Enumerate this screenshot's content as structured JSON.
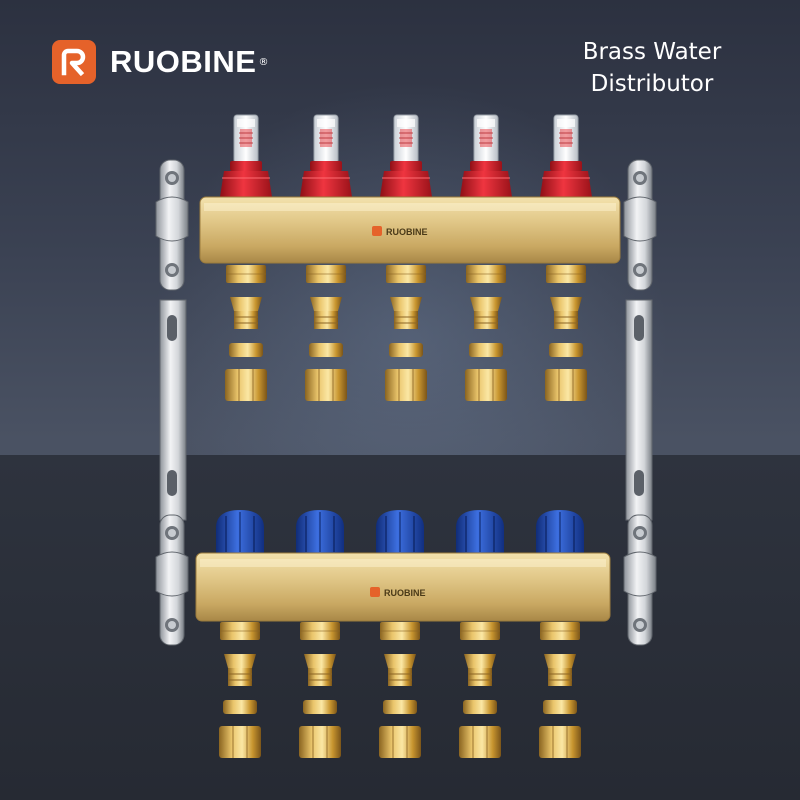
{
  "brand": {
    "name": "RUOBINE",
    "registered": "®",
    "accent_color": "#e5622a"
  },
  "headline": {
    "line1": "Brass Water",
    "line2": "Distributor"
  },
  "product": {
    "bar_logo_text": "RUOBINE",
    "top_cap_color": "#d9202a",
    "bottom_cap_color": "#1f4fb8",
    "brass_color": "#d8bd7a"
  }
}
